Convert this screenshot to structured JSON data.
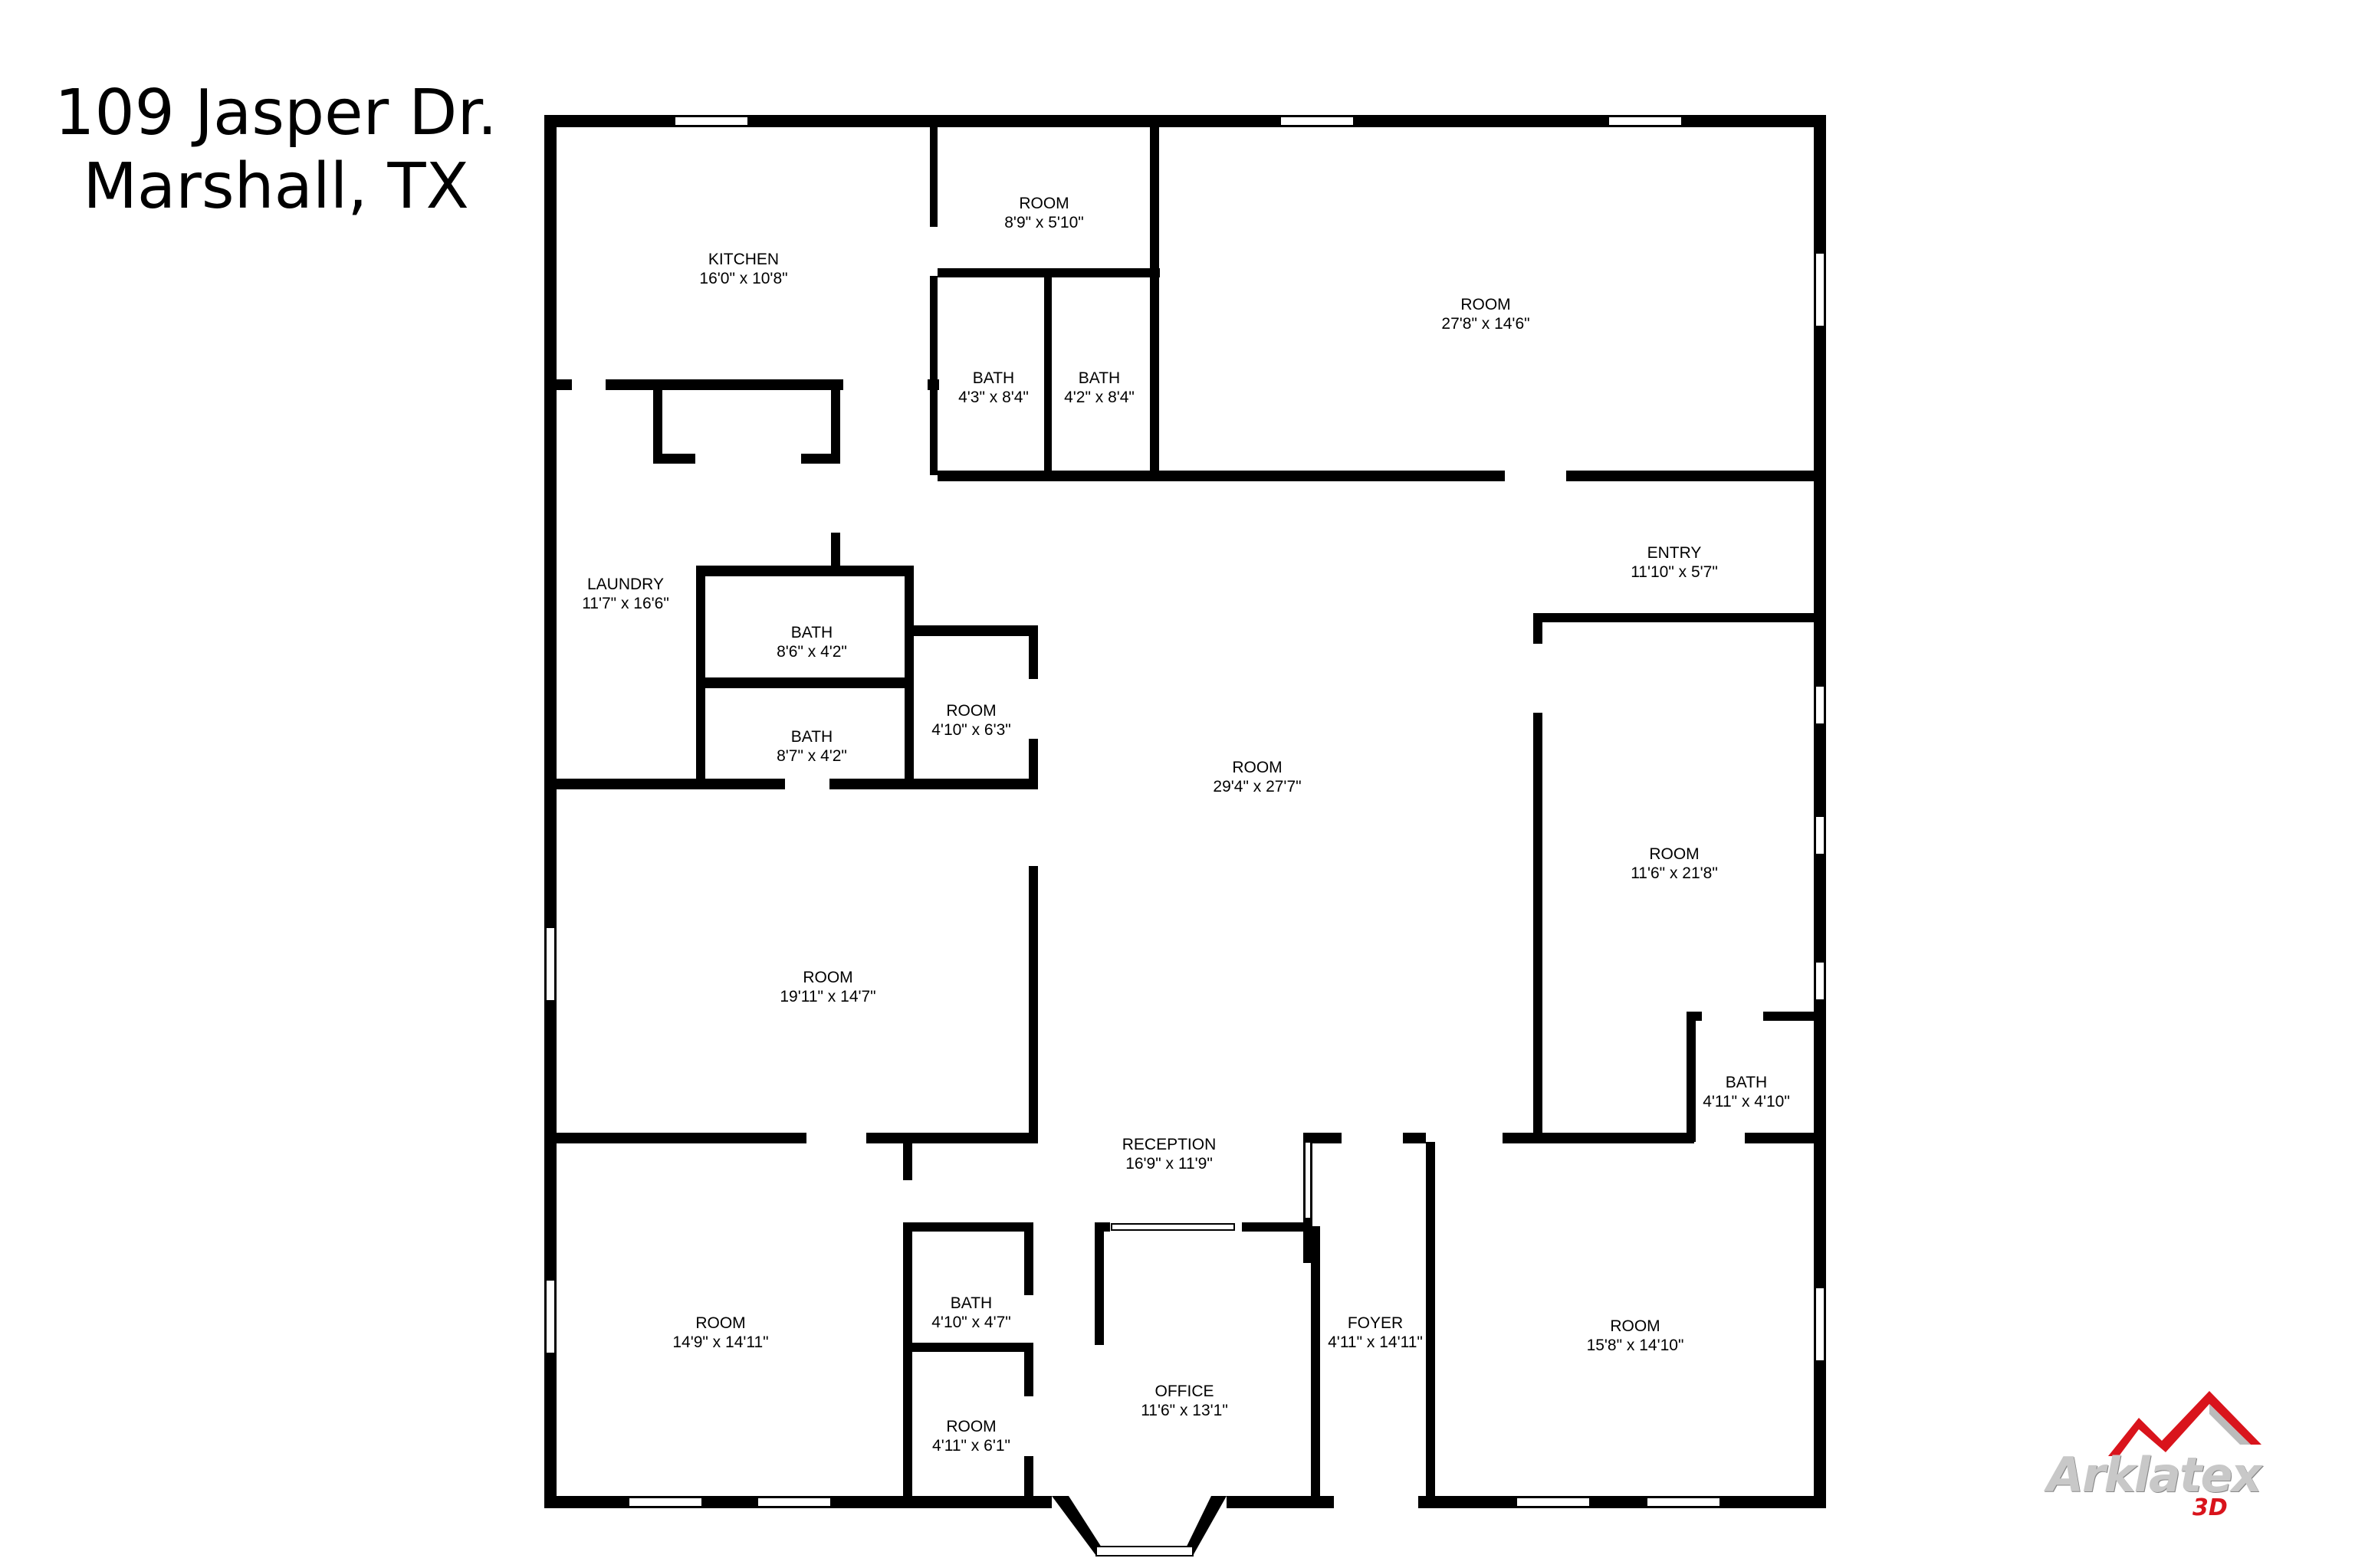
{
  "header": {
    "address_line1": "109 Jasper Dr.",
    "address_line2": "Marshall, TX"
  },
  "rooms": [
    {
      "name": "KITCHEN",
      "dims": "16'0\" x 10'8\""
    },
    {
      "name": "ROOM",
      "dims": "8'9\" x 5'10\""
    },
    {
      "name": "ROOM",
      "dims": "27'8\" x 14'6\""
    },
    {
      "name": "BATH",
      "dims": "4'3\" x 8'4\""
    },
    {
      "name": "BATH",
      "dims": "4'2\" x 8'4\""
    },
    {
      "name": "LAUNDRY",
      "dims": "11'7\" x 16'6\""
    },
    {
      "name": "ENTRY",
      "dims": "11'10\" x 5'7\""
    },
    {
      "name": "BATH",
      "dims": "8'6\" x 4'2\""
    },
    {
      "name": "BATH",
      "dims": "8'7\" x 4'2\""
    },
    {
      "name": "ROOM",
      "dims": "4'10\" x 6'3\""
    },
    {
      "name": "ROOM",
      "dims": "29'4\" x 27'7\""
    },
    {
      "name": "ROOM",
      "dims": "11'6\" x 21'8\""
    },
    {
      "name": "ROOM",
      "dims": "19'11\" x 14'7\""
    },
    {
      "name": "BATH",
      "dims": "4'11\" x 4'10\""
    },
    {
      "name": "RECEPTION",
      "dims": "16'9\" x 11'9\""
    },
    {
      "name": "BATH",
      "dims": "4'10\" x 4'7\""
    },
    {
      "name": "ROOM",
      "dims": "14'9\" x 14'11\""
    },
    {
      "name": "FOYER",
      "dims": "4'11\" x 14'11\""
    },
    {
      "name": "ROOM",
      "dims": "15'8\" x 14'10\""
    },
    {
      "name": "OFFICE",
      "dims": "11'6\" x 13'1\""
    },
    {
      "name": "ROOM",
      "dims": "4'11\" x 6'1\""
    }
  ],
  "logo": {
    "brand": "Arklatex",
    "suffix": "3D",
    "colors": {
      "roof": "#d9141c",
      "text": "#c8c8c8"
    }
  }
}
